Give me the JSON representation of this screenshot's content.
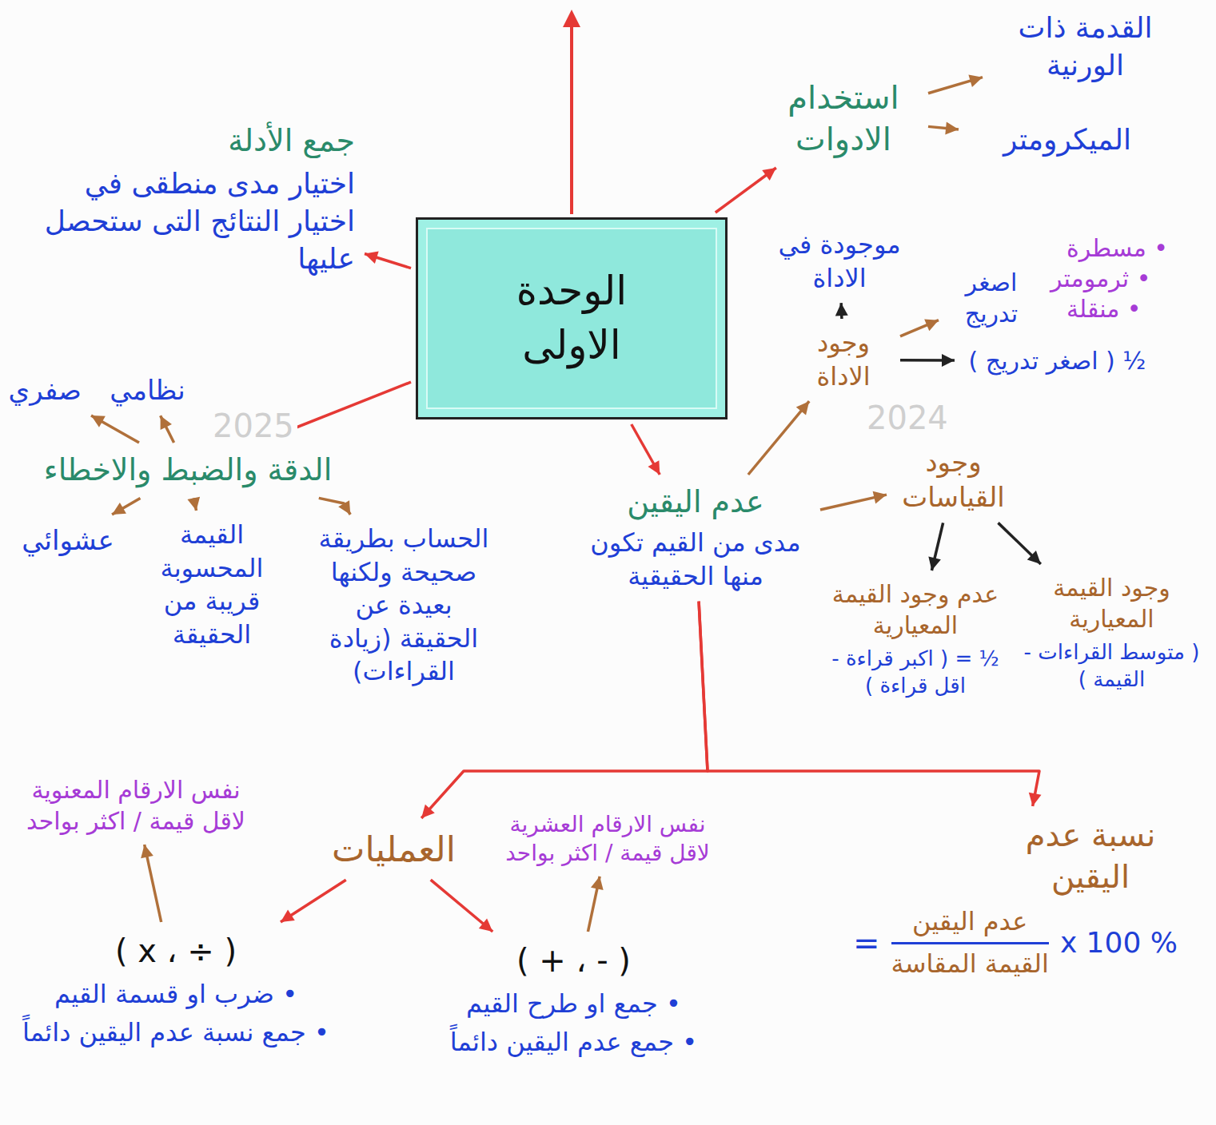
{
  "diagram": {
    "nodes": [
      {
        "text": [
          "الوحدة الاولى"
        ]
      },
      {
        "text": [
          "جمع الأدلة",
          "اختيار مدى منطقى في اختيار النتائج التى ستحصل عليها"
        ]
      },
      {
        "text": [
          "استخدام الادوات"
        ]
      },
      {
        "text": [
          "القدمة ذات الورنية"
        ]
      },
      {
        "text": [
          "الميكرومتر"
        ]
      },
      {
        "text": [
          "الدقة والضبط والاخطاء"
        ]
      },
      {
        "text": [
          "نظامي"
        ]
      },
      {
        "text": [
          "صفري"
        ]
      },
      {
        "text": [
          "عشوائي"
        ]
      },
      {
        "text": [
          "القيمة المحسوبة قريبة من الحقيقة"
        ]
      },
      {
        "text": [
          "الحساب بطريقة صحيحة ولكنها بعيدة عن الحقيقة (زيادة القراءات)"
        ]
      },
      {
        "text": [
          "عدم اليقين",
          "مدى من القيم تكون منها الحقيقية"
        ]
      },
      {
        "text": [
          "وجود الاداة"
        ]
      },
      {
        "text": [
          "موجودة في الاداة"
        ]
      },
      {
        "text": [
          "اصغر تدريج"
        ]
      },
      {
        "text": [
          "½ ( اصغر تدريج )"
        ]
      },
      {
        "text": [
          "وجود القياسات"
        ]
      },
      {
        "text": [
          "عدم وجود القيمة المعيارية",
          "½ = ( اكبر قراءة - اقل قراءة )"
        ]
      },
      {
        "text": [
          "وجود القيمة المعيارية",
          "( متوسط القراءات - القيمة )"
        ]
      },
      {
        "text": [
          "العمليات"
        ]
      },
      {
        "text": [
          "نسبة عدم اليقين",
          "=",
          "عدم اليقين",
          "القيمة المقاسة",
          "x 100 %"
        ]
      },
      {
        "text": [
          "( x ، ÷ )",
          "• ضرب او قسمة القيم",
          "• جمع نسبة عدم اليقين دائماً"
        ]
      },
      {
        "text": [
          "( + ، - )",
          "• جمع او طرح القيم",
          "• جمع عدم اليقين دائماً"
        ]
      },
      {
        "text": [
          "نفس الارقام المعنوية لاقل قيمة / اكثر بواحد"
        ]
      },
      {
        "text": [
          "نفس الارقام العشرية لاقل قيمة / اكثر بواحد"
        ]
      }
    ],
    "edges": [
      {
        "from": 0,
        "to": 1,
        "arrow": "to"
      },
      {
        "from": 0,
        "to": 2,
        "arrow": "to"
      },
      {
        "from": 2,
        "to": 3,
        "arrow": "to"
      },
      {
        "from": 2,
        "to": 4,
        "arrow": "to"
      },
      {
        "from": 0,
        "to": 5,
        "arrow": "to"
      },
      {
        "from": 5,
        "to": 6,
        "arrow": "to"
      },
      {
        "from": 5,
        "to": 7,
        "arrow": "to"
      },
      {
        "from": 5,
        "to": 8,
        "arrow": "to"
      },
      {
        "from": 5,
        "to": 9,
        "arrow": "to"
      },
      {
        "from": 5,
        "to": 10,
        "arrow": "to"
      },
      {
        "from": 0,
        "to": 11,
        "arrow": "to"
      },
      {
        "from": 11,
        "to": 12,
        "arrow": "to"
      },
      {
        "from": 12,
        "to": 13,
        "arrow": "to"
      },
      {
        "from": 12,
        "to": 14,
        "arrow": "to"
      },
      {
        "from": 12,
        "to": 15,
        "arrow": "to"
      },
      {
        "from": 11,
        "to": 16,
        "arrow": "to"
      },
      {
        "from": 16,
        "to": 17,
        "arrow": "to"
      },
      {
        "from": 16,
        "to": 18,
        "arrow": "to"
      },
      {
        "from": 11,
        "to": 19,
        "arrow": "to"
      },
      {
        "from": 11,
        "to": 20,
        "arrow": "to"
      },
      {
        "from": 19,
        "to": 21,
        "arrow": "to"
      },
      {
        "from": 19,
        "to": 22,
        "arrow": "to"
      },
      {
        "from": 21,
        "to": 23,
        "arrow": "to"
      },
      {
        "from": 22,
        "to": 24,
        "arrow": "to"
      }
    ],
    "labels": [
      "• مسطرة",
      "• ثرمومتر",
      "• منقلة",
      "2025",
      "2024"
    ]
  }
}
